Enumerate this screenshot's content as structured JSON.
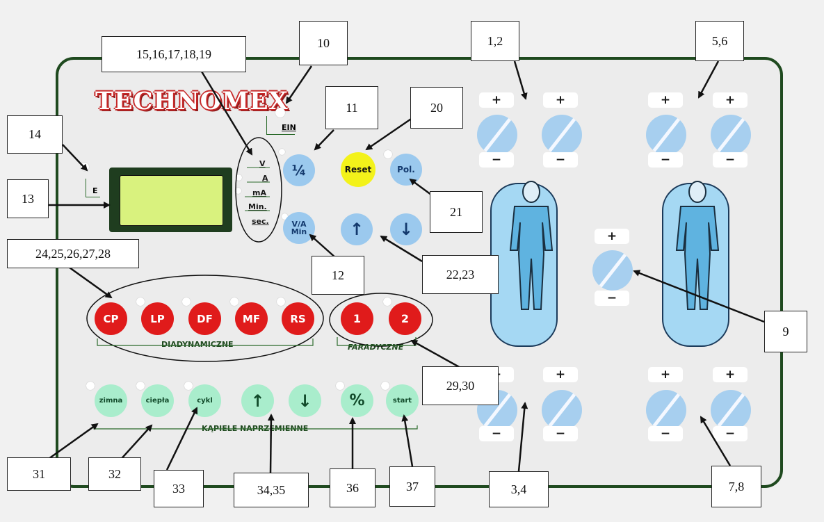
{
  "brand": {
    "name": "TECHNOMEX"
  },
  "indicators": {
    "ein": "EIN",
    "e": "E"
  },
  "units": [
    "V",
    "A",
    "mA",
    "Min.",
    "sec."
  ],
  "buttons": {
    "quarter": "¼",
    "reset": "Reset",
    "pol": "Pol.",
    "va_min": "V/A Min",
    "up": "↑",
    "down": "↓",
    "diadynamic": [
      "CP",
      "LP",
      "DF",
      "MF",
      "RS"
    ],
    "faradic": [
      "1",
      "2"
    ],
    "bath": [
      "zimna",
      "ciepła",
      "cykl"
    ],
    "bath_up": "↑",
    "bath_down": "↓",
    "percent": "%",
    "start": "start"
  },
  "groups": {
    "diadynamic": "DIADYNAMICZNE",
    "faradic": "FARADYCZNE",
    "baths": "KĄPIELE NAPRZEMIENNE"
  },
  "knob_signs": {
    "plus": "+",
    "minus": "−"
  },
  "callouts": {
    "c15_19": "15,16,17,18,19",
    "c10": "10",
    "c1_2": "1,2",
    "c5_6": "5,6",
    "c11": "11",
    "c20": "20",
    "c14": "14",
    "c13": "13",
    "c21": "21",
    "c24_28": "24,25,26,27,28",
    "c12": "12",
    "c22_23": "22,23",
    "c9": "9",
    "c29_30": "29,30",
    "c31": "31",
    "c32": "32",
    "c33": "33",
    "c34_35": "34,35",
    "c36": "36",
    "c37": "37",
    "c3_4": "3,4",
    "c7_8": "7,8"
  },
  "colors": {
    "frame": "#1f4a1f",
    "brand": "#c62828",
    "lcd": "#d9f27e",
    "blue_button": "#9bc9ee",
    "reset": "#f3f21a",
    "red_button": "#e01b1b",
    "green_button": "#a9edcc",
    "knob": "#a7cfef",
    "bath": "#a5d8f3"
  }
}
